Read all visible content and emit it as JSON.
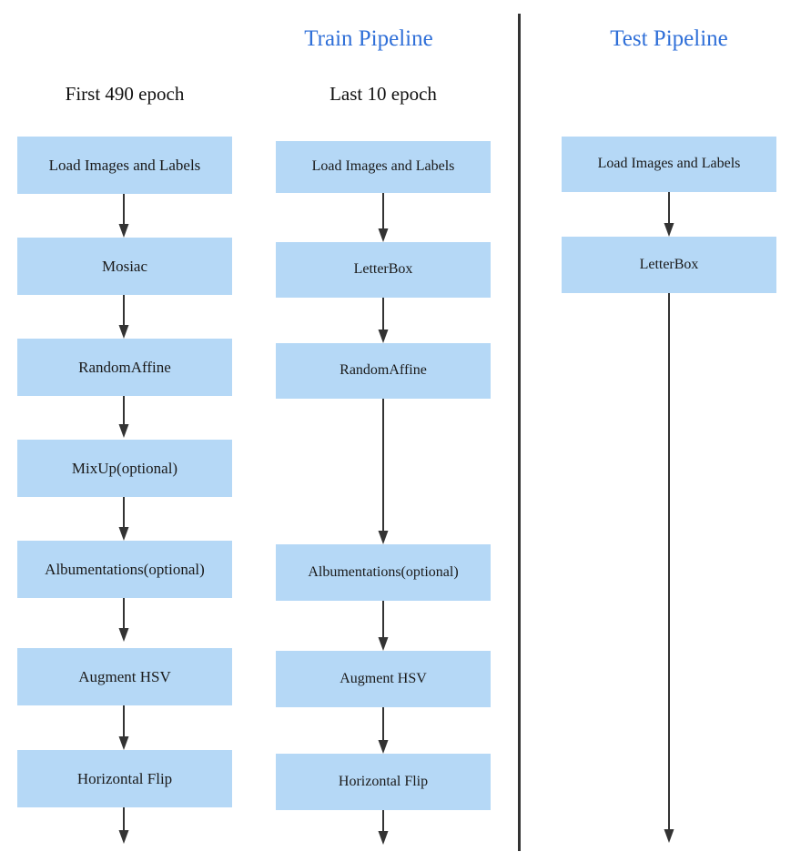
{
  "figure": {
    "background_color": "#ffffff",
    "box_fill_color": "#b5d8f6",
    "title_color": "#2f6fd8",
    "text_color": "#1a1a1a",
    "arrow_color": "#333333"
  },
  "titles": {
    "train": "Train Pipeline",
    "test": "Test Pipeline"
  },
  "subtitles": {
    "first_epochs": "First 490 epoch",
    "last_epochs": "Last 10 epoch"
  },
  "columns": [
    {
      "id": "train-first-490",
      "title": "First 490 epoch",
      "stages": [
        "Load Images and Labels",
        "Mosiac",
        "RandomAffine",
        "MixUp(optional)",
        "Albumentations(optional)",
        "Augment HSV",
        "Horizontal Flip"
      ]
    },
    {
      "id": "train-last-10",
      "title": "Last 10 epoch",
      "stages": [
        "Load Images and Labels",
        "LetterBox",
        "RandomAffine",
        "Albumentations(optional)",
        "Augment HSV",
        "Horizontal Flip"
      ]
    },
    {
      "id": "test",
      "title": "Test Pipeline",
      "stages": [
        "Load Images and Labels",
        "LetterBox"
      ]
    }
  ]
}
